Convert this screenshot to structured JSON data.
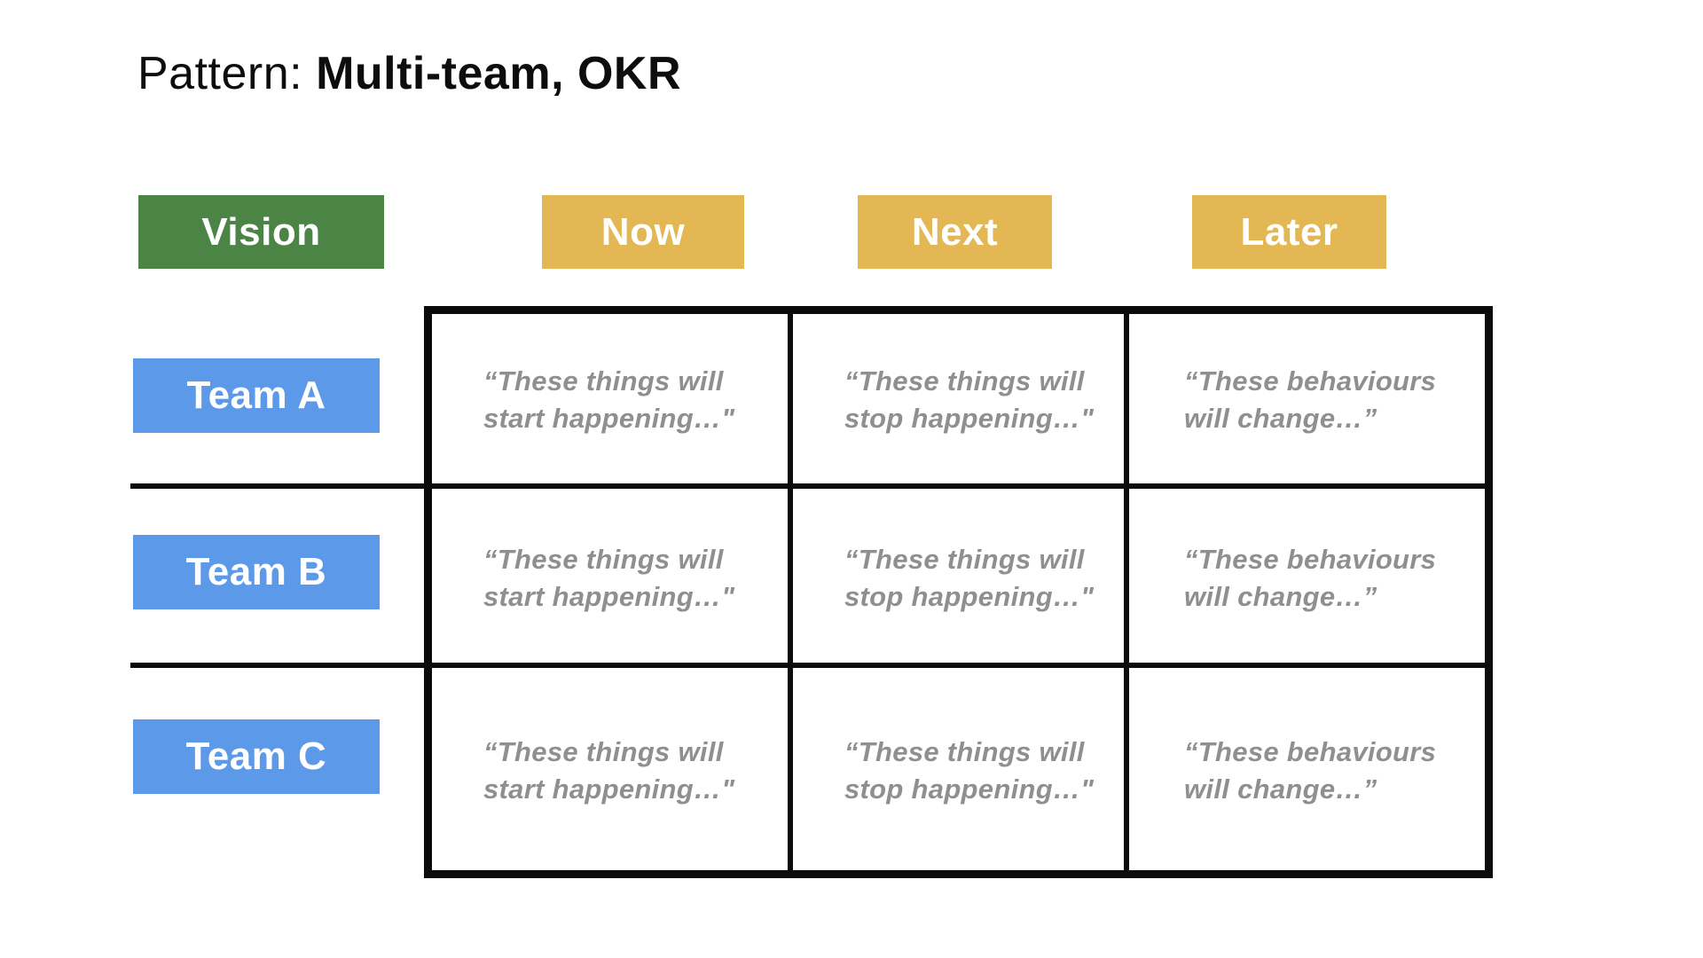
{
  "slide": {
    "title": {
      "prefix": "Pattern: ",
      "emphasis": "Multi-team, OKR"
    }
  },
  "timeline": {
    "vision_label": "Vision",
    "columns": [
      "Now",
      "Next",
      "Later"
    ]
  },
  "teams": [
    "Team A",
    "Team B",
    "Team C"
  ],
  "grid": {
    "rows": [
      {
        "cells": [
          "“These things will\nstart happening…\"",
          "“These things will\nstop happening…\"",
          "“These behaviours\nwill change…”"
        ]
      },
      {
        "cells": [
          "“These things will\nstart happening…\"",
          "“These things will\nstop happening…\"",
          "“These behaviours\nwill change…”"
        ]
      },
      {
        "cells": [
          "“These things will\nstart happening…\"",
          "“These things will\nstop happening…\"",
          "“These behaviours\nwill change…”"
        ]
      }
    ]
  },
  "colors": {
    "vision_green": "#4c8445",
    "timeline_yellow": "#e2b754",
    "team_blue": "#5c99e8",
    "cell_text_gray": "#8f8f8f",
    "grid_line_black": "#0b0b0b"
  }
}
